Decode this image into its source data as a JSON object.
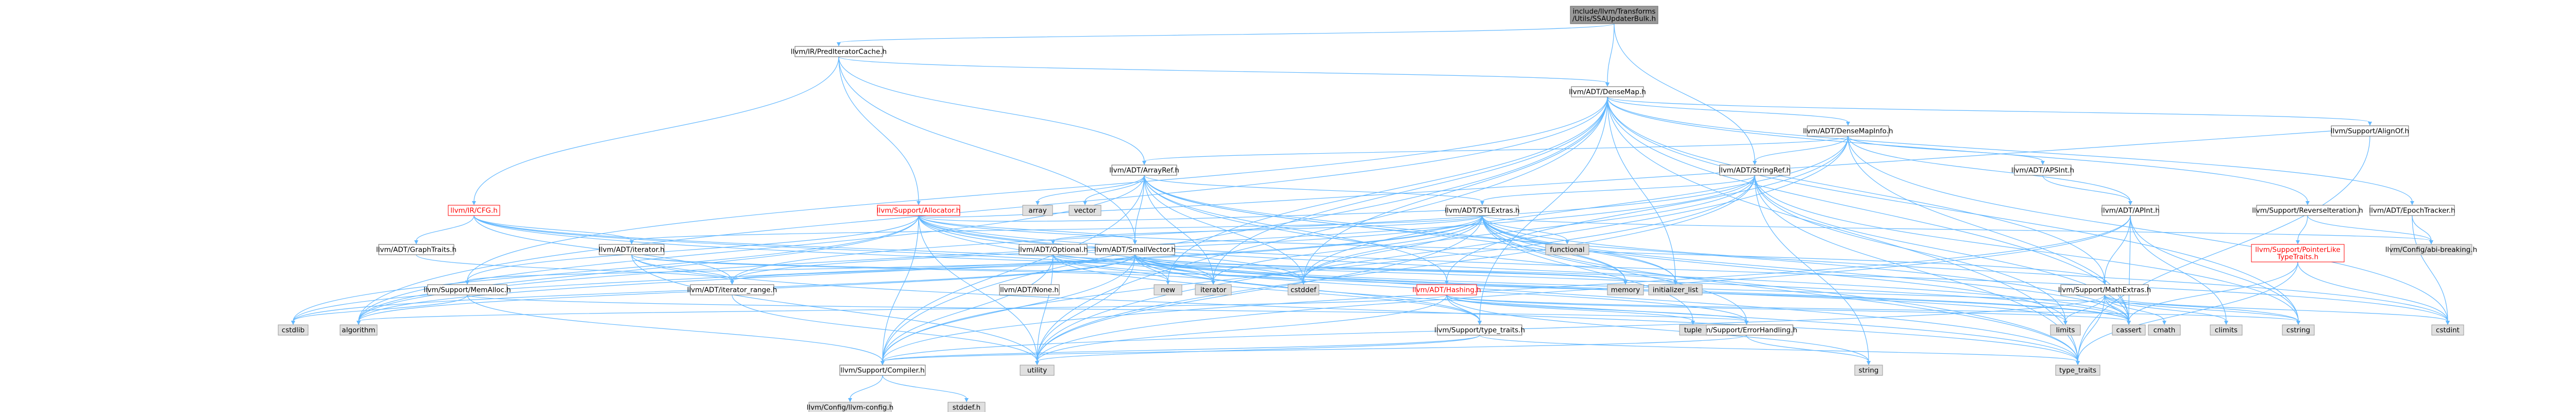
{
  "nodes": [
    {
      "id": "root",
      "label": [
        "include/llvm/Transforms",
        "/Utils/SSAUpdaterBulk.h"
      ],
      "style": "root"
    },
    {
      "id": "preditercache",
      "label": [
        "llvm/IR/PredIteratorCache.h"
      ],
      "style": "normal"
    },
    {
      "id": "densemap",
      "label": [
        "llvm/ADT/DenseMap.h"
      ],
      "style": "normal"
    },
    {
      "id": "densemapinfo",
      "label": [
        "llvm/ADT/DenseMapInfo.h"
      ],
      "style": "normal"
    },
    {
      "id": "stringref",
      "label": [
        "llvm/ADT/StringRef.h"
      ],
      "style": "normal"
    },
    {
      "id": "arrayref",
      "label": [
        "llvm/ADT/ArrayRef.h"
      ],
      "style": "normal"
    },
    {
      "id": "apint",
      "label": [
        "llvm/ADT/APInt.h"
      ],
      "style": "normal"
    },
    {
      "id": "apsint",
      "label": [
        "llvm/ADT/APSInt.h"
      ],
      "style": "normal"
    },
    {
      "id": "alignof",
      "label": [
        "llvm/Support/AlignOf.h"
      ],
      "style": "normal"
    },
    {
      "id": "reverseiter",
      "label": [
        "llvm/Support/ReverseIteration.h"
      ],
      "style": "normal"
    },
    {
      "id": "epochtracker",
      "label": [
        "llvm/ADT/EpochTracker.h"
      ],
      "style": "normal"
    },
    {
      "id": "cfg",
      "label": [
        "llvm/IR/CFG.h"
      ],
      "style": "red"
    },
    {
      "id": "allocator",
      "label": [
        "llvm/Support/Allocator.h"
      ],
      "style": "red"
    },
    {
      "id": "stlextras",
      "label": [
        "llvm/ADT/STLExtras.h"
      ],
      "style": "normal"
    },
    {
      "id": "optional",
      "label": [
        "llvm/ADT/Optional.h"
      ],
      "style": "normal"
    },
    {
      "id": "smallvector",
      "label": [
        "llvm/ADT/SmallVector.h"
      ],
      "style": "normal"
    },
    {
      "id": "graphtraits",
      "label": [
        "llvm/ADT/GraphTraits.h"
      ],
      "style": "normal"
    },
    {
      "id": "iteratorh",
      "label": [
        "llvm/ADT/iterator.h"
      ],
      "style": "normal"
    },
    {
      "id": "iterrange",
      "label": [
        "llvm/ADT/iterator_range.h"
      ],
      "style": "normal"
    },
    {
      "id": "memalloc",
      "label": [
        "llvm/Support/MemAlloc.h"
      ],
      "style": "normal"
    },
    {
      "id": "nonefile",
      "label": [
        "llvm/ADT/None.h"
      ],
      "style": "normal"
    },
    {
      "id": "hashing",
      "label": [
        "llvm/ADT/Hashing.h"
      ],
      "style": "red"
    },
    {
      "id": "typetraits",
      "label": [
        "llvm/Support/type_traits.h"
      ],
      "style": "normal"
    },
    {
      "id": "errorhandling",
      "label": [
        "llvm/Support/ErrorHandling.h"
      ],
      "style": "normal"
    },
    {
      "id": "compilerh",
      "label": [
        "llvm/Support/Compiler.h"
      ],
      "style": "normal"
    },
    {
      "id": "configh",
      "label": [
        "llvm/Config/llvm-config.h"
      ],
      "style": "std"
    },
    {
      "id": "stddefh",
      "label": [
        "stddef.h"
      ],
      "style": "std"
    },
    {
      "id": "mathextras",
      "label": [
        "llvm/Support/MathExtras.h"
      ],
      "style": "normal"
    },
    {
      "id": "ptrliketypetraits",
      "label": [
        "llvm/Support/PointerLike",
        "TypeTraits.h"
      ],
      "style": "red"
    },
    {
      "id": "abibreaking",
      "label": [
        "llvm/Config/abi-breaking.h"
      ],
      "style": "std"
    },
    {
      "id": "std_array",
      "label": [
        "array"
      ],
      "style": "std"
    },
    {
      "id": "std_vector",
      "label": [
        "vector"
      ],
      "style": "std"
    },
    {
      "id": "std_functional",
      "label": [
        "functional"
      ],
      "style": "std"
    },
    {
      "id": "std_new",
      "label": [
        "new"
      ],
      "style": "std"
    },
    {
      "id": "std_iterator",
      "label": [
        "iterator"
      ],
      "style": "std"
    },
    {
      "id": "std_memory",
      "label": [
        "memory"
      ],
      "style": "std"
    },
    {
      "id": "std_cstddef",
      "label": [
        "cstddef"
      ],
      "style": "std"
    },
    {
      "id": "std_initlist",
      "label": [
        "initializer_list"
      ],
      "style": "std"
    },
    {
      "id": "std_cstdlib",
      "label": [
        "cstdlib"
      ],
      "style": "std"
    },
    {
      "id": "std_algorithm",
      "label": [
        "algorithm"
      ],
      "style": "std"
    },
    {
      "id": "std_utility",
      "label": [
        "utility"
      ],
      "style": "std"
    },
    {
      "id": "std_limits",
      "label": [
        "limits"
      ],
      "style": "std"
    },
    {
      "id": "std_tuple",
      "label": [
        "tuple"
      ],
      "style": "std"
    },
    {
      "id": "std_cassert",
      "label": [
        "cassert"
      ],
      "style": "std"
    },
    {
      "id": "std_string",
      "label": [
        "string"
      ],
      "style": "std"
    },
    {
      "id": "std_typetraits",
      "label": [
        "type_traits"
      ],
      "style": "std"
    },
    {
      "id": "std_cstring",
      "label": [
        "cstring"
      ],
      "style": "std"
    },
    {
      "id": "std_cstdint",
      "label": [
        "cstdint"
      ],
      "style": "std"
    },
    {
      "id": "std_climits",
      "label": [
        "climits"
      ],
      "style": "std"
    },
    {
      "id": "std_cmath",
      "label": [
        "cmath"
      ],
      "style": "std"
    }
  ],
  "edges": [
    [
      "root",
      "preditercache"
    ],
    [
      "root",
      "densemap"
    ],
    [
      "root",
      "stringref"
    ],
    [
      "preditercache",
      "densemap"
    ],
    [
      "preditercache",
      "arrayref"
    ],
    [
      "preditercache",
      "cfg"
    ],
    [
      "preditercache",
      "allocator"
    ],
    [
      "preditercache",
      "smallvector"
    ],
    [
      "densemap",
      "densemapinfo"
    ],
    [
      "densemap",
      "epochtracker"
    ],
    [
      "densemap",
      "alignof"
    ],
    [
      "densemap",
      "compilerh"
    ],
    [
      "densemap",
      "mathextras"
    ],
    [
      "densemap",
      "memalloc"
    ],
    [
      "densemap",
      "reverseiter"
    ],
    [
      "densemap",
      "typetraits"
    ],
    [
      "densemap",
      "std_algorithm"
    ],
    [
      "densemap",
      "std_cassert"
    ],
    [
      "densemap",
      "std_cstddef"
    ],
    [
      "densemap",
      "std_cstring"
    ],
    [
      "densemap",
      "std_initlist"
    ],
    [
      "densemap",
      "std_iterator"
    ],
    [
      "densemap",
      "std_new"
    ],
    [
      "densemap",
      "std_typetraits"
    ],
    [
      "densemap",
      "std_utility"
    ],
    [
      "densemapinfo",
      "apint"
    ],
    [
      "densemapinfo",
      "apsint"
    ],
    [
      "densemapinfo",
      "arrayref"
    ],
    [
      "densemapinfo",
      "hashing"
    ],
    [
      "densemapinfo",
      "stringref"
    ],
    [
      "densemapinfo",
      "std_cassert"
    ],
    [
      "densemapinfo",
      "std_cstddef"
    ],
    [
      "densemapinfo",
      "std_cstdint"
    ],
    [
      "densemapinfo",
      "std_utility"
    ],
    [
      "apsint",
      "apint"
    ],
    [
      "apint",
      "compilerh"
    ],
    [
      "apint",
      "mathextras"
    ],
    [
      "apint",
      "std_cassert"
    ],
    [
      "apint",
      "std_climits"
    ],
    [
      "apint",
      "std_cstring"
    ],
    [
      "apint",
      "std_utility"
    ],
    [
      "stringref",
      "stlextras"
    ],
    [
      "stringref",
      "iterrange"
    ],
    [
      "stringref",
      "compilerh"
    ],
    [
      "stringref",
      "std_algorithm"
    ],
    [
      "stringref",
      "std_cassert"
    ],
    [
      "stringref",
      "std_cstddef"
    ],
    [
      "stringref",
      "std_cstring"
    ],
    [
      "stringref",
      "std_limits"
    ],
    [
      "stringref",
      "std_string"
    ],
    [
      "stringref",
      "std_typetraits"
    ],
    [
      "stringref",
      "std_utility"
    ],
    [
      "arrayref",
      "hashing"
    ],
    [
      "arrayref",
      "none"
    ],
    [
      "arrayref",
      "smallvector"
    ],
    [
      "arrayref",
      "stlextras"
    ],
    [
      "arrayref",
      "compilerh"
    ],
    [
      "arrayref",
      "std_algorithm"
    ],
    [
      "arrayref",
      "std_array"
    ],
    [
      "arrayref",
      "std_cassert"
    ],
    [
      "arrayref",
      "std_cstddef"
    ],
    [
      "arrayref",
      "std_initlist"
    ],
    [
      "arrayref",
      "std_iterator"
    ],
    [
      "arrayref",
      "std_memory"
    ],
    [
      "arrayref",
      "std_typetraits"
    ],
    [
      "arrayref",
      "std_vector"
    ],
    [
      "alignof",
      "std_typetraits"
    ],
    [
      "reverseiter",
      "abibreaking"
    ],
    [
      "reverseiter",
      "ptrliketypetraits"
    ],
    [
      "epochtracker",
      "abibreaking"
    ],
    [
      "epochtracker",
      "std_cstdint"
    ],
    [
      "cfg",
      "graphtraits"
    ],
    [
      "cfg",
      "iteratorh"
    ],
    [
      "cfg",
      "iterrange"
    ],
    [
      "cfg",
      "std_cassert"
    ],
    [
      "cfg",
      "std_cstddef"
    ],
    [
      "cfg",
      "std_iterator"
    ],
    [
      "allocator",
      "stlextras"
    ],
    [
      "allocator",
      "smallvector"
    ],
    [
      "allocator",
      "alignof"
    ],
    [
      "allocator",
      "compilerh"
    ],
    [
      "allocator",
      "mathextras"
    ],
    [
      "allocator",
      "memalloc"
    ],
    [
      "allocator",
      "std_algorithm"
    ],
    [
      "allocator",
      "std_cassert"
    ],
    [
      "allocator",
      "std_cstddef"
    ],
    [
      "allocator",
      "std_cstdint"
    ],
    [
      "allocator",
      "std_cstdlib"
    ],
    [
      "allocator",
      "std_iterator"
    ],
    [
      "allocator",
      "std_typetraits"
    ],
    [
      "allocator",
      "std_utility"
    ],
    [
      "stlextras",
      "optional"
    ],
    [
      "stlextras",
      "iteratorh"
    ],
    [
      "stlextras",
      "iterrange"
    ],
    [
      "stlextras",
      "errorhandling"
    ],
    [
      "stlextras",
      "abibreaking"
    ],
    [
      "stlextras",
      "std_algorithm"
    ],
    [
      "stlextras",
      "std_cassert"
    ],
    [
      "stlextras",
      "std_cstddef"
    ],
    [
      "stlextras",
      "std_cstdint"
    ],
    [
      "stlextras",
      "std_cstdlib"
    ],
    [
      "stlextras",
      "std_functional"
    ],
    [
      "stlextras",
      "std_initlist"
    ],
    [
      "stlextras",
      "std_iterator"
    ],
    [
      "stlextras",
      "std_limits"
    ],
    [
      "stlextras",
      "std_memory"
    ],
    [
      "stlextras",
      "std_tuple"
    ],
    [
      "stlextras",
      "std_typetraits"
    ],
    [
      "stlextras",
      "std_utility"
    ],
    [
      "optional",
      "none"
    ],
    [
      "optional",
      "compilerh"
    ],
    [
      "optional",
      "typetraits"
    ],
    [
      "optional",
      "std_cassert"
    ],
    [
      "optional",
      "std_memory"
    ],
    [
      "optional",
      "std_new"
    ],
    [
      "optional",
      "std_utility"
    ],
    [
      "smallvector",
      "iterrange"
    ],
    [
      "smallvector",
      "compilerh"
    ],
    [
      "smallvector",
      "errorhandling"
    ],
    [
      "smallvector",
      "memalloc"
    ],
    [
      "smallvector",
      "typetraits"
    ],
    [
      "smallvector",
      "std_algorithm"
    ],
    [
      "smallvector",
      "std_cassert"
    ],
    [
      "smallvector",
      "std_cstddef"
    ],
    [
      "smallvector",
      "std_cstdlib"
    ],
    [
      "smallvector",
      "std_cstring"
    ],
    [
      "smallvector",
      "std_initlist"
    ],
    [
      "smallvector",
      "std_iterator"
    ],
    [
      "smallvector",
      "std_limits"
    ],
    [
      "smallvector",
      "std_memory"
    ],
    [
      "smallvector",
      "std_new"
    ],
    [
      "smallvector",
      "std_typetraits"
    ],
    [
      "smallvector",
      "std_utility"
    ],
    [
      "graphtraits",
      "iterrange"
    ],
    [
      "iteratorh",
      "iterrange"
    ],
    [
      "iteratorh",
      "std_cstddef"
    ],
    [
      "iteratorh",
      "std_iterator"
    ],
    [
      "iteratorh",
      "std_typetraits"
    ],
    [
      "iteratorh",
      "std_utility"
    ],
    [
      "iterrange",
      "std_utility"
    ],
    [
      "memalloc",
      "compilerh"
    ],
    [
      "memalloc",
      "errorhandling"
    ],
    [
      "memalloc",
      "std_cstdlib"
    ],
    [
      "hashing",
      "errorhandling"
    ],
    [
      "hashing",
      "typetraits"
    ],
    [
      "hashing",
      "std_algorithm"
    ],
    [
      "hashing",
      "std_cassert"
    ],
    [
      "hashing",
      "std_cstring"
    ],
    [
      "hashing",
      "std_string"
    ],
    [
      "hashing",
      "std_tuple"
    ],
    [
      "hashing",
      "std_utility"
    ],
    [
      "typetraits",
      "compilerh"
    ],
    [
      "typetraits",
      "std_typetraits"
    ],
    [
      "typetraits",
      "std_utility"
    ],
    [
      "errorhandling",
      "compilerh"
    ],
    [
      "errorhandling",
      "std_string"
    ],
    [
      "compilerh",
      "configh"
    ],
    [
      "compilerh",
      "stddefh"
    ],
    [
      "mathextras",
      "compilerh"
    ],
    [
      "mathextras",
      "std_cassert"
    ],
    [
      "mathextras",
      "std_climits"
    ],
    [
      "mathextras",
      "std_cmath"
    ],
    [
      "mathextras",
      "std_cstdint"
    ],
    [
      "mathextras",
      "std_cstring"
    ],
    [
      "mathextras",
      "std_limits"
    ],
    [
      "mathextras",
      "std_typetraits"
    ],
    [
      "ptrliketypetraits",
      "std_cassert"
    ],
    [
      "ptrliketypetraits",
      "std_cstdint"
    ],
    [
      "ptrliketypetraits",
      "std_typetraits"
    ]
  ]
}
